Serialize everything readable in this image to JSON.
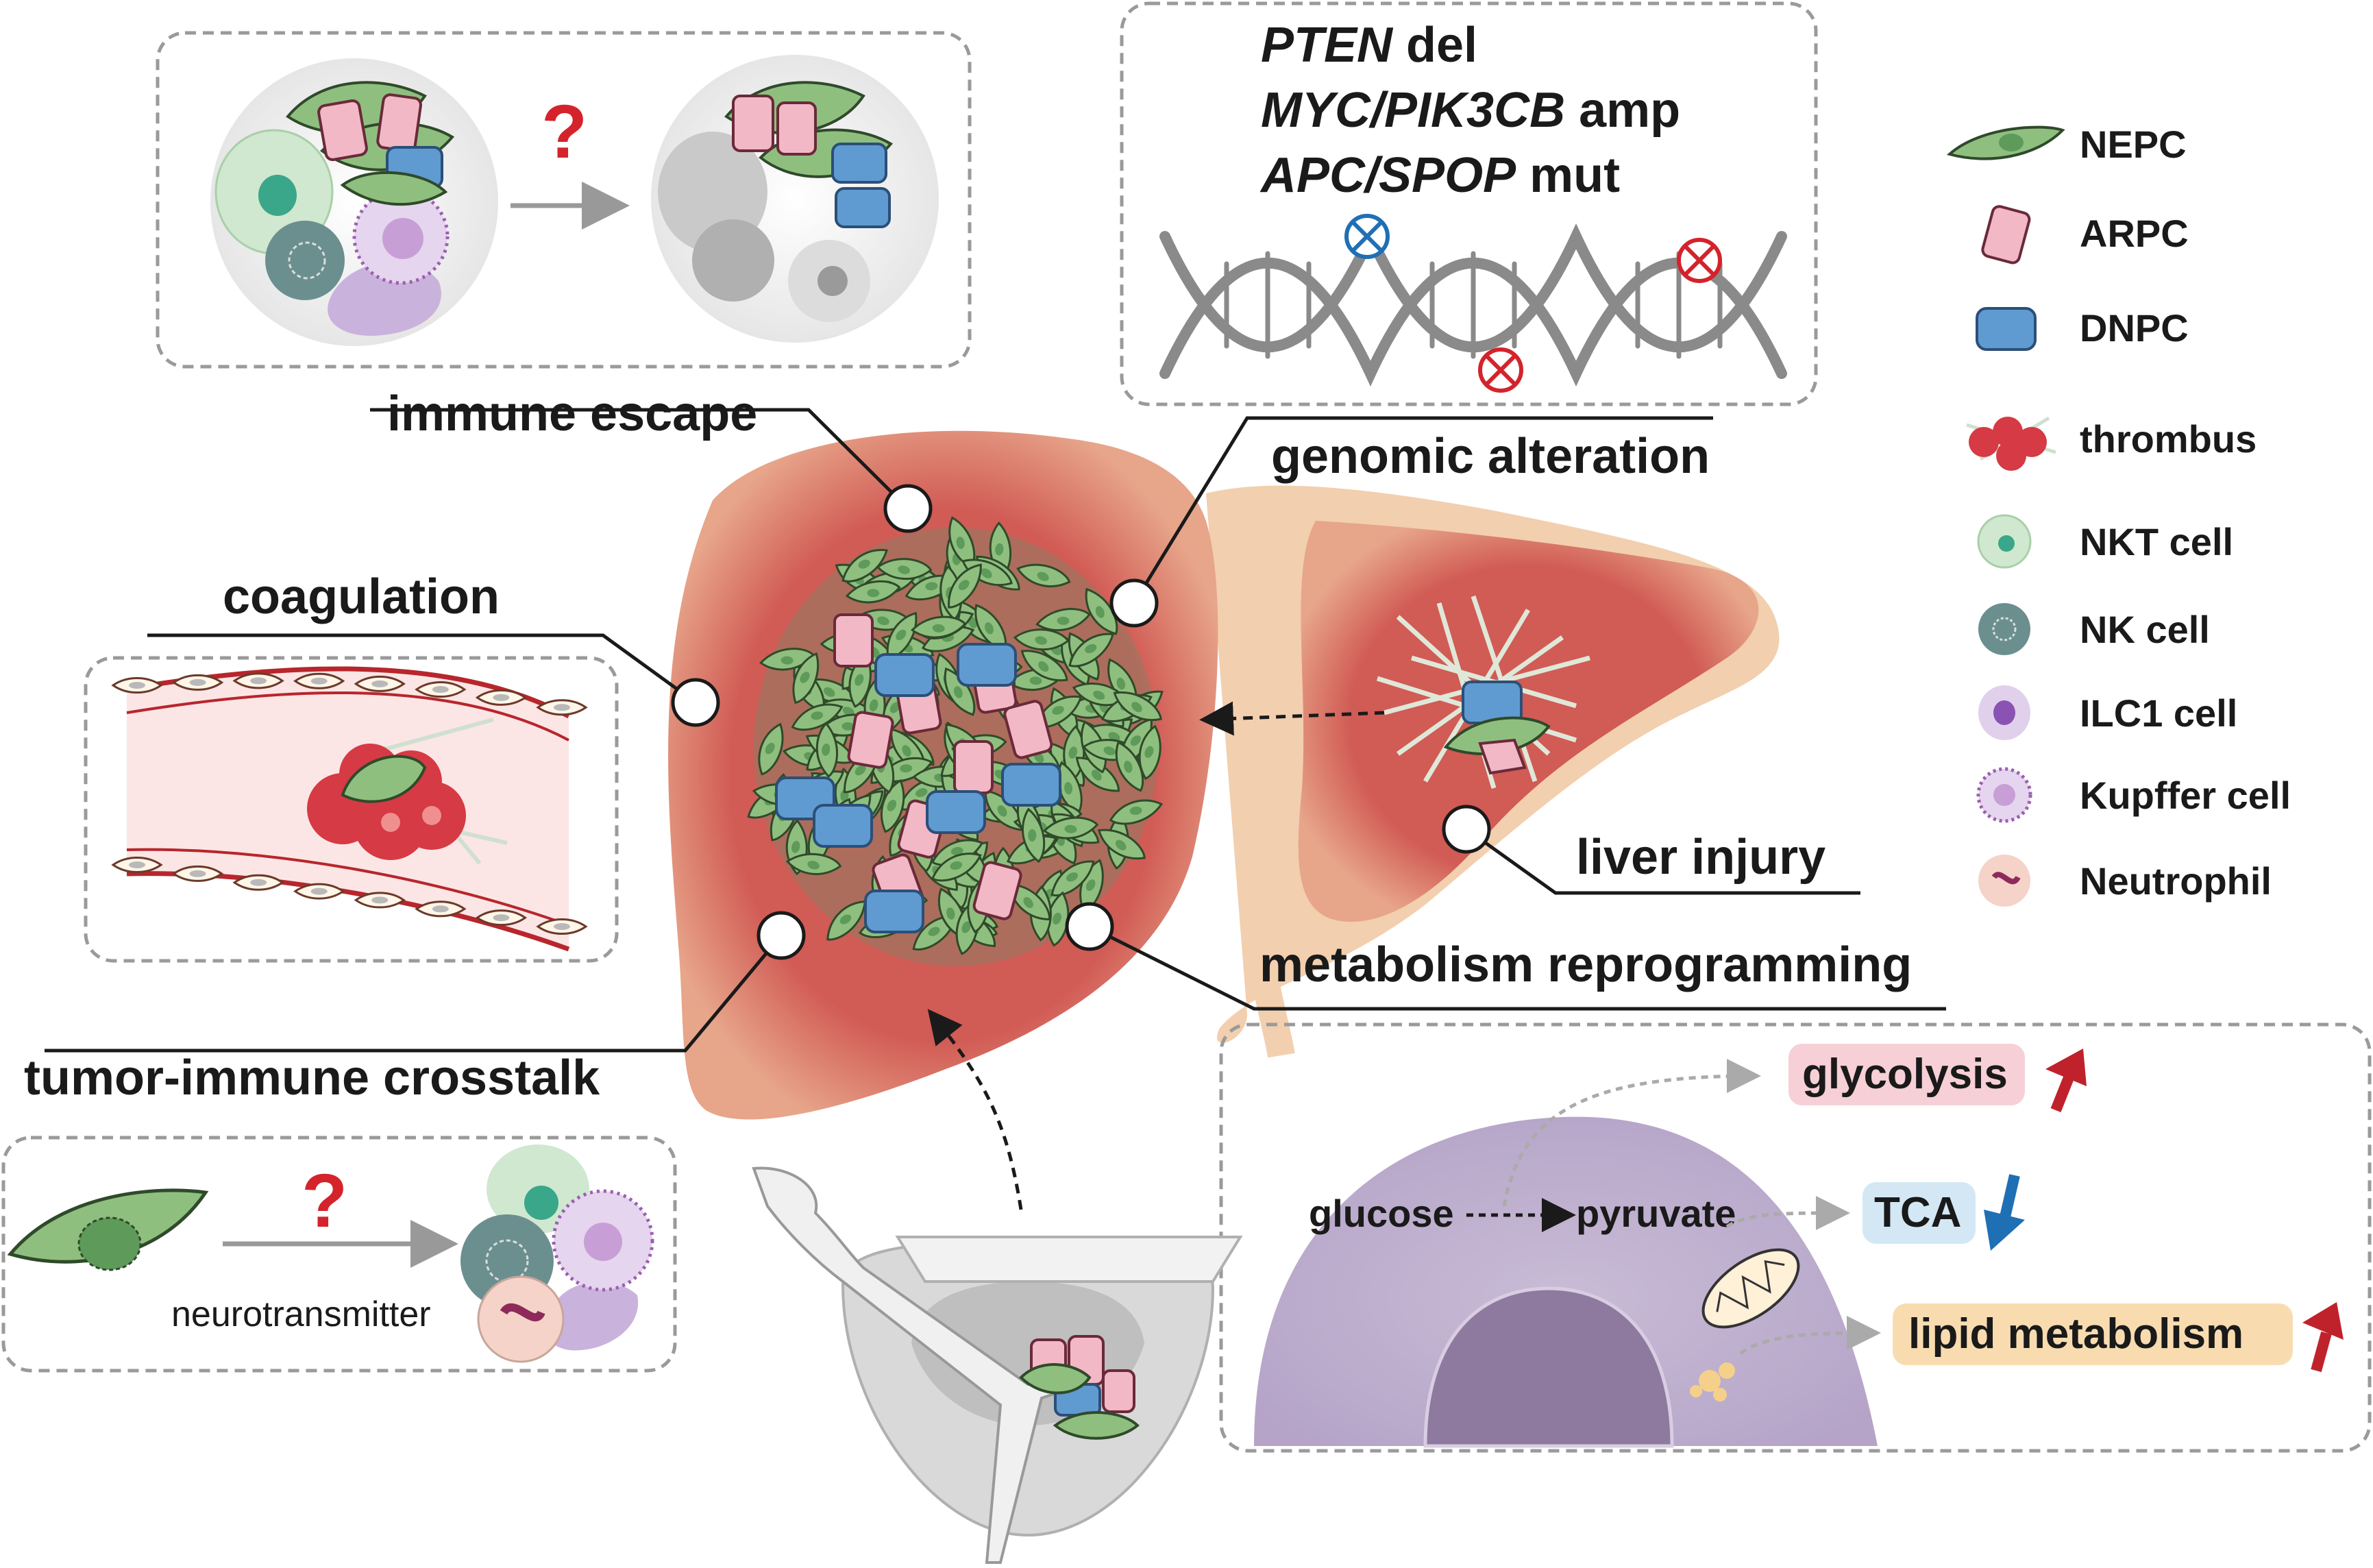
{
  "labels": {
    "immune_escape": "immune escape",
    "genomic_alteration": "genomic alteration",
    "coagulation": "coagulation",
    "liver_injury": "liver injury",
    "metabolism_reprogramming": "metabolism reprogramming",
    "tumor_immune_crosstalk": "tumor-immune crosstalk"
  },
  "genomic": {
    "line1_gene": "PTEN",
    "line1_rest": " del",
    "line2_gene": "MYC/PIK3CB",
    "line2_rest": " amp",
    "line3_gene": "APC/SPOP",
    "line3_rest": " mut"
  },
  "question_mark": "?",
  "crosstalk": {
    "mediator": "neurotransmitter"
  },
  "metabolism": {
    "glucose": "glucose",
    "pyruvate": "pyruvate",
    "glycolysis": "glycolysis",
    "tca": "TCA",
    "lipid": "lipid metabolism",
    "glycolysis_trend": "up",
    "tca_trend": "down",
    "lipid_trend": "up"
  },
  "legend": [
    {
      "label": "NEPC",
      "icon": "nepc-cell-icon"
    },
    {
      "label": "ARPC",
      "icon": "arpc-cell-icon"
    },
    {
      "label": "DNPC",
      "icon": "dnpc-cell-icon"
    },
    {
      "label": "thrombus",
      "icon": "thrombus-icon"
    },
    {
      "label": "NKT cell",
      "icon": "nkt-cell-icon"
    },
    {
      "label": "NK cell",
      "icon": "nk-cell-icon"
    },
    {
      "label": "ILC1 cell",
      "icon": "ilc1-cell-icon"
    },
    {
      "label": "Kupffer cell",
      "icon": "kupffer-cell-icon"
    },
    {
      "label": "Neutrophil",
      "icon": "neutrophil-icon"
    }
  ],
  "colors": {
    "liver": "#d15b55",
    "liver_glow": "#f2c9a6",
    "nepc": "#8fbf7f",
    "arpc": "#f2b8c6",
    "dnpc": "#5f9bd0",
    "thrombus": "#d63a44",
    "nkt": "#cfe8cf",
    "nk": "#6b8f8f",
    "ilc1": "#c9b3dd",
    "kupffer": "#9b5fb0",
    "neutrophil": "#f5d3c9",
    "up_arrow": "#c0222b",
    "down_arrow": "#1f6fb5"
  }
}
